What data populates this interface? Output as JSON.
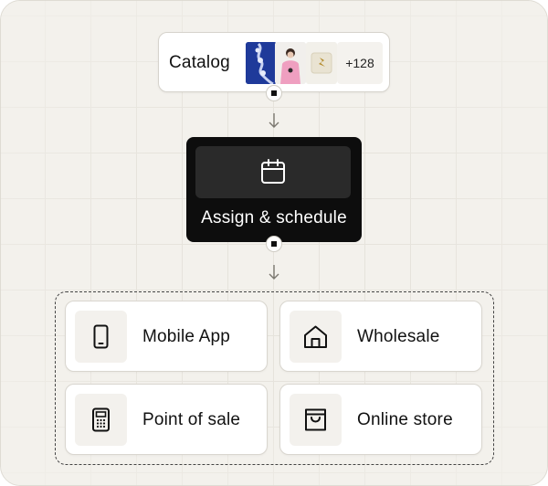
{
  "catalog": {
    "label": "Catalog",
    "more_count": "+128"
  },
  "step": {
    "label": "Assign & schedule",
    "icon": "calendar-icon"
  },
  "channels": [
    {
      "label": "Mobile App",
      "icon": "smartphone-icon"
    },
    {
      "label": "Wholesale",
      "icon": "store-icon"
    },
    {
      "label": "Point of sale",
      "icon": "pos-terminal-icon"
    },
    {
      "label": "Online store",
      "icon": "shopping-bag-icon"
    }
  ],
  "colors": {
    "background": "#f3f1ec",
    "node_dark": "#0d0d0d",
    "card": "#ffffff",
    "accent_blue": "#1f3a9a"
  }
}
